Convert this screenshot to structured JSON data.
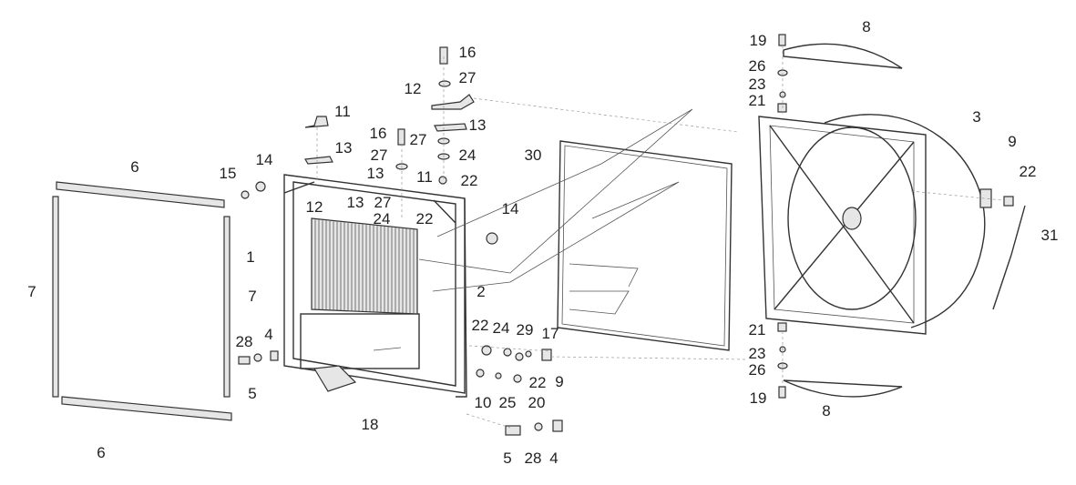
{
  "title": "Radiator and fan assembly exploded view",
  "labels": [
    "16",
    "27",
    "12",
    "11",
    "13",
    "16",
    "27",
    "27",
    "24",
    "13",
    "14",
    "15",
    "6",
    "30",
    "13",
    "11",
    "22",
    "12",
    "13",
    "27",
    "24",
    "22",
    "14",
    "1",
    "7",
    "7",
    "2",
    "22",
    "24",
    "29",
    "17",
    "4",
    "28",
    "5",
    "22",
    "9",
    "10",
    "25",
    "20",
    "18",
    "6",
    "5",
    "28",
    "4",
    "19",
    "8",
    "26",
    "23",
    "21",
    "3",
    "9",
    "22",
    "31",
    "21",
    "23",
    "26",
    "19",
    "8"
  ]
}
